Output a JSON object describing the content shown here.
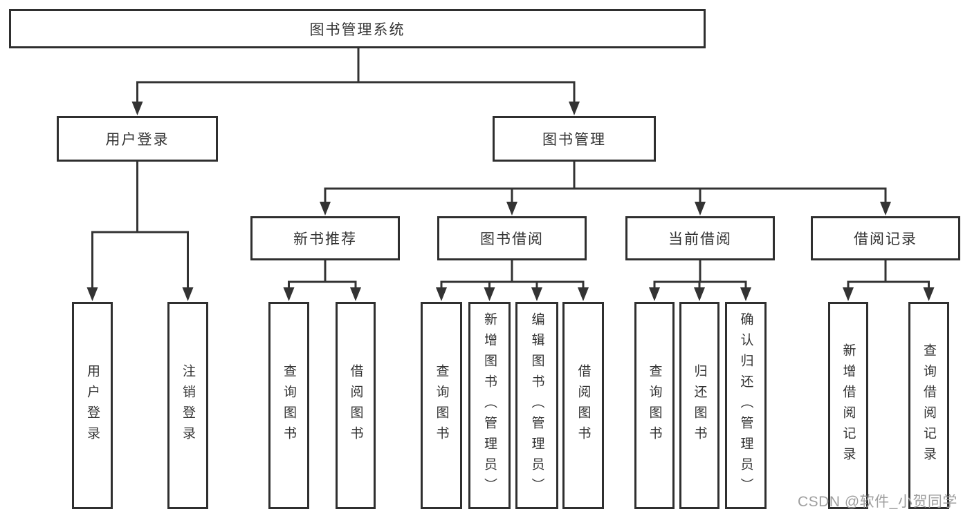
{
  "diagram": {
    "root": {
      "label": "图书管理系统"
    },
    "level2": [
      {
        "label": "用户登录",
        "children": [
          "用户登录",
          "注销登录"
        ]
      },
      {
        "label": "图书管理"
      }
    ],
    "level3": [
      {
        "label": "新书推荐",
        "children": [
          "查询图书",
          "借阅图书"
        ]
      },
      {
        "label": "图书借阅",
        "children": [
          "查询图书",
          "新增图书（管理员）",
          "编辑图书（管理员）",
          "借阅图书"
        ]
      },
      {
        "label": "当前借阅",
        "children": [
          "查询图书",
          "归还图书",
          "确认归还（管理员）"
        ]
      },
      {
        "label": "借阅记录",
        "children": [
          "新增借阅记录",
          "查询借阅记录"
        ]
      }
    ]
  },
  "watermark": "CSDN @软件_小贺同学",
  "colors": {
    "line": "#333333",
    "box_border": "#2f2f2f",
    "text": "#333333",
    "watermark": "#9e9e9e",
    "background": "#ffffff"
  }
}
